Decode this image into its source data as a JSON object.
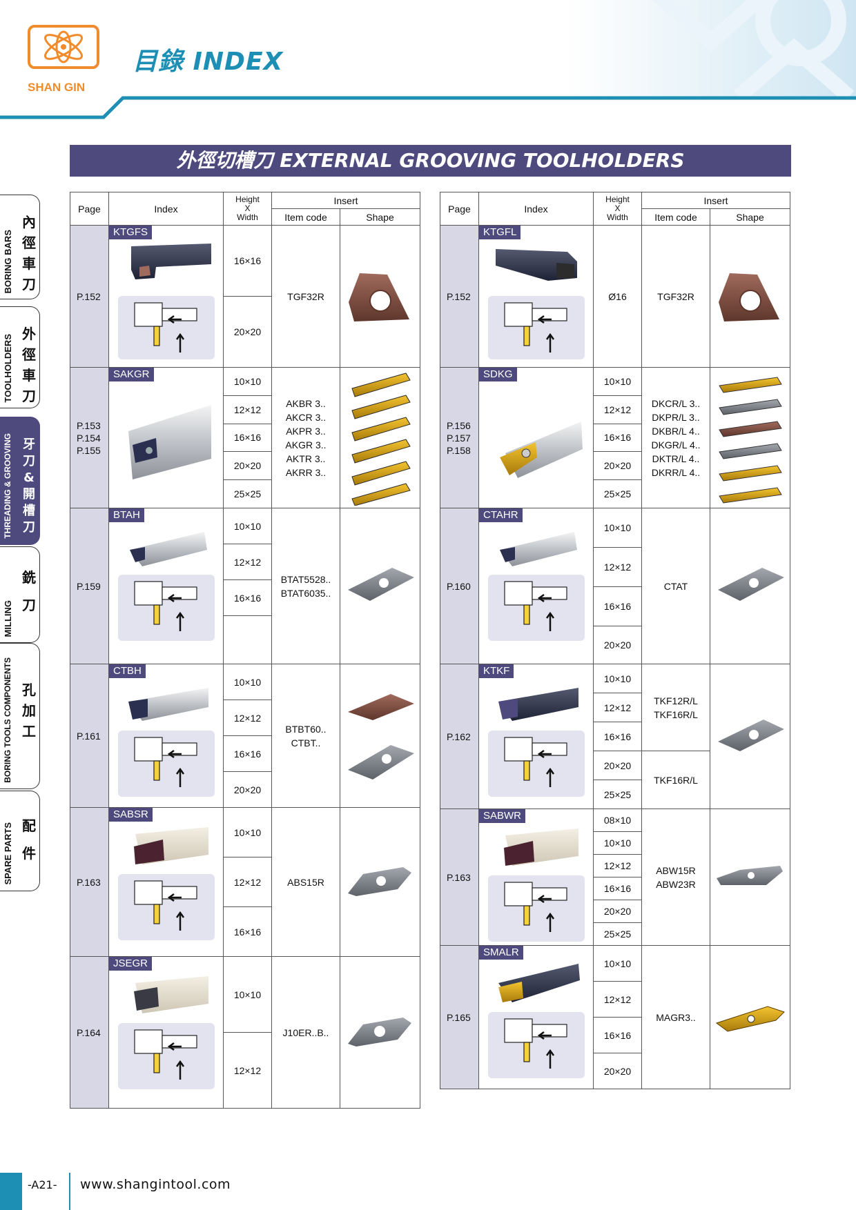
{
  "header": {
    "logo_text": "SHAN GIN",
    "index_title": "目錄 INDEX",
    "brand_color": "#f08c2c",
    "accent_color": "#1d8fb5"
  },
  "banner": {
    "title": "外徑切槽刀 EXTERNAL GROOVING TOOLHOLDERS",
    "color": "#4e4a7e"
  },
  "sidebar": [
    {
      "en": "BORING BARS",
      "cn": "內徑車刀"
    },
    {
      "en": "TOOLHOLDERS",
      "cn": "外徑車刀"
    },
    {
      "en": "THREADING & GROOVING",
      "cn": "牙刀&開槽刀",
      "active": true
    },
    {
      "en": "MILLING",
      "cn": "銑刀"
    },
    {
      "en": "BORING TOOLS COMPONENTS",
      "cn": "孔加工"
    },
    {
      "en": "SPARE PARTS",
      "cn": "配件"
    }
  ],
  "columns": {
    "page": "Page",
    "index": "Index",
    "hxw_1": "Height",
    "hxw_2": "X",
    "hxw_3": "Width",
    "insert": "Insert",
    "item_code": "Item code",
    "shape": "Shape"
  },
  "left_table": [
    {
      "page": "P.152",
      "name": "KTGFS",
      "sizes": [
        "16×16",
        "20×20"
      ],
      "codes": [
        "TGF32R"
      ]
    },
    {
      "page": "P.153\nP.154\nP.155",
      "name": "SAKGR",
      "sizes": [
        "10×10",
        "12×12",
        "16×16",
        "20×20",
        "25×25"
      ],
      "codes": [
        "AKBR 3..",
        "AKCR 3..",
        "AKPR 3..",
        "AKGR 3..",
        "AKTR 3..",
        "AKRR 3.."
      ]
    },
    {
      "page": "P.159",
      "name": "BTAH",
      "sizes": [
        "10×10",
        "12×12",
        "16×16"
      ],
      "codes": [
        "BTAT5528..",
        "BTAT6035.."
      ]
    },
    {
      "page": "P.161",
      "name": "CTBH",
      "sizes": [
        "10×10",
        "12×12",
        "16×16",
        "20×20"
      ],
      "codes": [
        "BTBT60..",
        "CTBT.."
      ]
    },
    {
      "page": "P.163",
      "name": "SABSR",
      "sizes": [
        "10×10",
        "12×12",
        "16×16"
      ],
      "codes": [
        "ABS15R"
      ]
    },
    {
      "page": "P.164",
      "name": "JSEGR",
      "sizes": [
        "10×10",
        "12×12"
      ],
      "codes": [
        "J10ER..B.."
      ]
    }
  ],
  "right_table": [
    {
      "page": "P.152",
      "name": "KTGFL",
      "sizes": [
        "Ø16"
      ],
      "codes": [
        "TGF32R"
      ]
    },
    {
      "page": "P.156\nP.157\nP.158",
      "name": "SDKG",
      "sizes": [
        "10×10",
        "12×12",
        "16×16",
        "20×20",
        "25×25"
      ],
      "codes": [
        "DKCR/L 3..",
        "DKPR/L 3..",
        "DKBR/L 4..",
        "DKGR/L 4..",
        "DKTR/L 4..",
        "DKRR/L 4.."
      ]
    },
    {
      "page": "P.160",
      "name": "CTAHR",
      "sizes": [
        "10×10",
        "12×12",
        "16×16",
        "20×20"
      ],
      "codes": [
        "CTAT"
      ]
    },
    {
      "page": "P.162",
      "name": "KTKF",
      "sizes": [
        "10×10",
        "12×12",
        "16×16",
        "20×20",
        "25×25"
      ],
      "codes_a": [
        "TKF12R/L",
        "TKF16R/L"
      ],
      "codes_b": [
        "TKF16R/L"
      ]
    },
    {
      "page": "P.163",
      "name": "SABWR",
      "sizes": [
        "08×10",
        "10×10",
        "12×12",
        "16×16",
        "20×20",
        "25×25"
      ],
      "codes": [
        "ABW15R",
        "ABW23R"
      ]
    },
    {
      "page": "P.165",
      "name": "SMALR",
      "sizes": [
        "10×10",
        "12×12",
        "16×16",
        "20×20"
      ],
      "codes": [
        "MAGR3.."
      ]
    }
  ],
  "footer": {
    "page_number": "-A21-",
    "website": "www.shangintool.com"
  }
}
